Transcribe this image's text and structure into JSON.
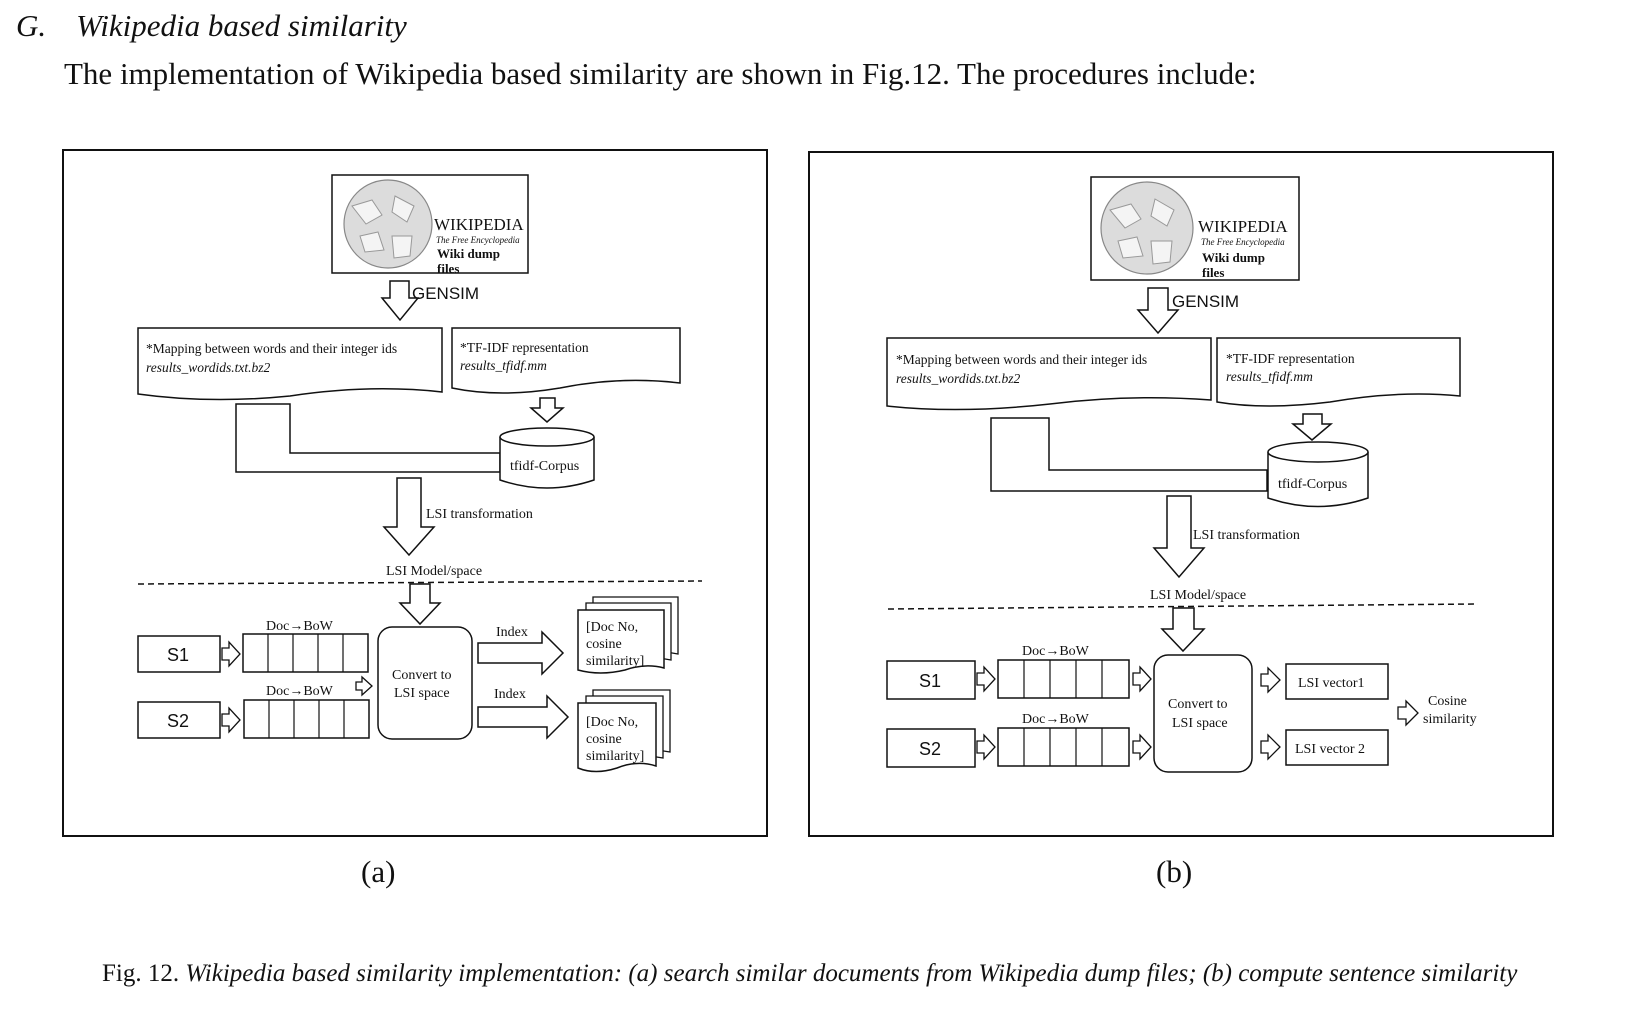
{
  "section": {
    "number": "G.",
    "title": "Wikipedia based similarity"
  },
  "intro_text": "The implementation of Wikipedia based similarity are shown in Fig.12. The procedures include:",
  "panel_a": {
    "label": "(a)",
    "wiki_logo": {
      "name": "WIKIPEDIA",
      "tagline": "The Free Encyclopedia",
      "line1": "Wiki dump",
      "line2": "files"
    },
    "gensim": "GENSIM",
    "mapping": {
      "line1": "*Mapping between words and their integer ids",
      "line2": "results_wordids.txt.bz2"
    },
    "tfidf": {
      "line1": "*TF-IDF representation",
      "line2": "results_tfidf.mm"
    },
    "corpus": "tfidf-Corpus",
    "lsi_transform": "LSI transformation",
    "lsi_model": "LSI Model/space",
    "s1": "S1",
    "s2": "S2",
    "doc_bow_1": "Doc→BoW",
    "doc_bow_2": "Doc→BoW",
    "convert": {
      "line1": "Convert to",
      "line2": "LSI space"
    },
    "index_1": "Index",
    "index_2": "Index",
    "results_1": {
      "line1": "[Doc No,",
      "line2": "cosine",
      "line3": "similarity]"
    },
    "results_2": {
      "line1": "[Doc No,",
      "line2": "cosine",
      "line3": "similarity]"
    }
  },
  "panel_b": {
    "label": "(b)",
    "wiki_logo": {
      "name": "WIKIPEDIA",
      "tagline": "The Free Encyclopedia",
      "line1": "Wiki dump",
      "line2": "files"
    },
    "gensim": "GENSIM",
    "mapping": {
      "line1": "*Mapping between words and their integer ids",
      "line2": "results_wordids.txt.bz2"
    },
    "tfidf": {
      "line1": "*TF-IDF representation",
      "line2": "results_tfidf.mm"
    },
    "corpus": "tfidf-Corpus",
    "lsi_transform": "LSI transformation",
    "lsi_model": "LSI Model/space",
    "s1": "S1",
    "s2": "S2",
    "doc_bow_1": "Doc→BoW",
    "doc_bow_2": "Doc→BoW",
    "convert": {
      "line1": "Convert to",
      "line2": "LSI space"
    },
    "vector_1": "LSI vector1",
    "vector_2": "LSI vector 2",
    "cosine": {
      "line1": "Cosine",
      "line2": "similarity"
    }
  },
  "caption": {
    "prefix": "Fig. 12.",
    "text": "Wikipedia based similarity implementation: (a) search similar documents from Wikipedia dump files; (b) compute sentence similarity"
  },
  "colors": {
    "ink": "#111111",
    "background": "#ffffff",
    "globe": "#d9d9d9"
  }
}
